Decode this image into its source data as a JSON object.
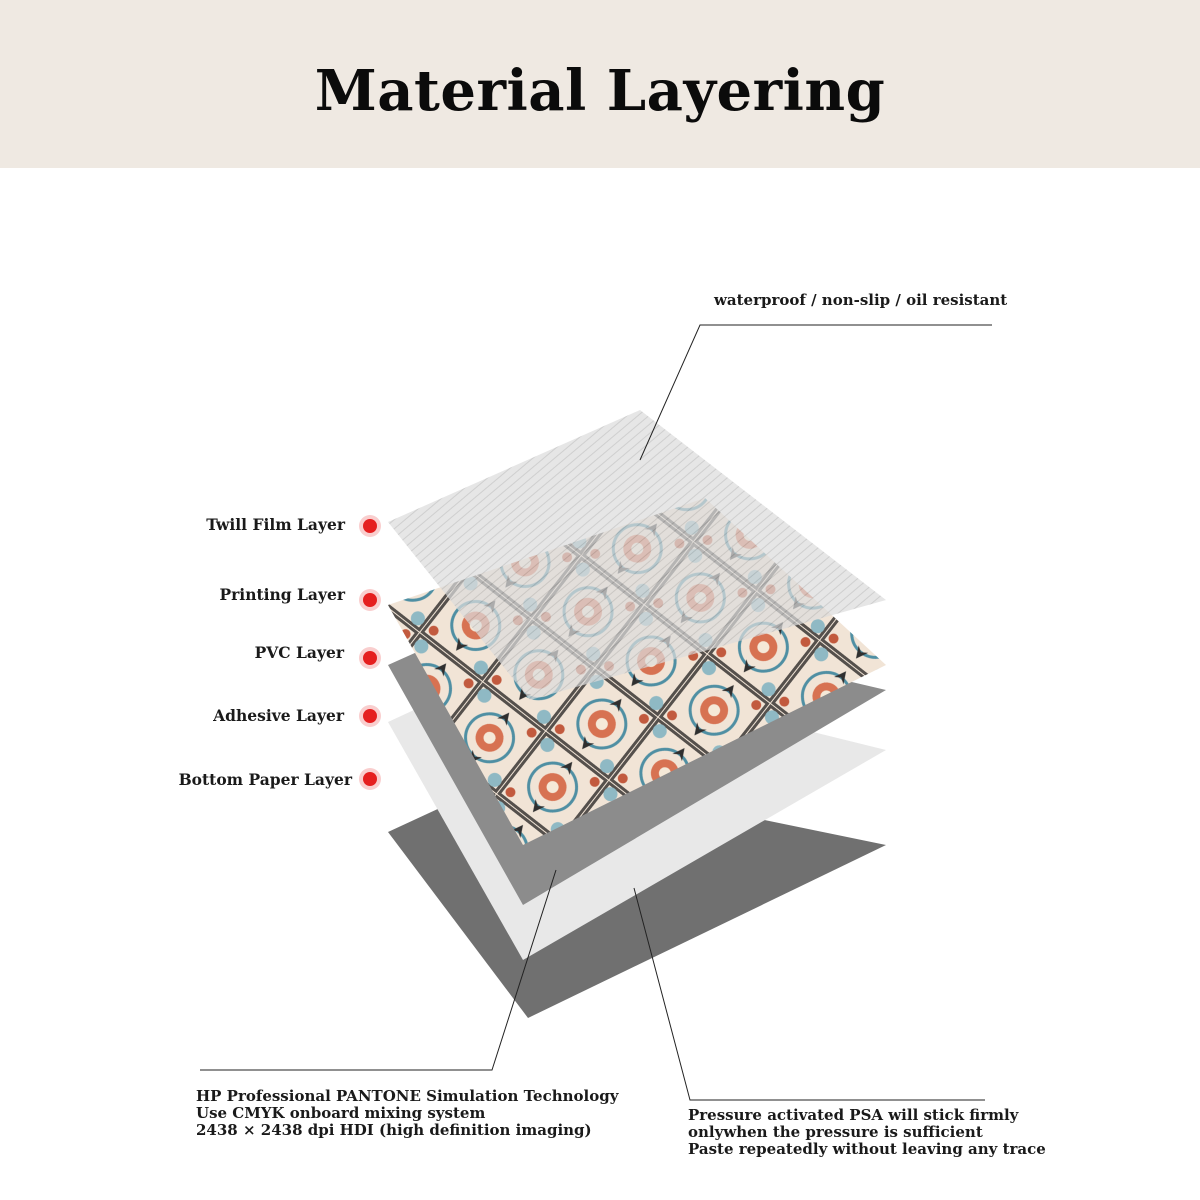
{
  "title": "Material Layering",
  "layers": [
    {
      "label": "Twill Film Layer"
    },
    {
      "label": "Printing Layer"
    },
    {
      "label": "PVC Layer"
    },
    {
      "label": "Adhesive Layer"
    },
    {
      "label": "Bottom Paper Layer"
    }
  ],
  "callouts": {
    "top": {
      "text": "waterproof / non-slip / oil resistant"
    },
    "bottom_left": {
      "lines": [
        "HP Professional PANTONE Simulation Technology",
        "Use CMYK onboard mixing system",
        "2438 × 2438 dpi HDI (high definition imaging)"
      ]
    },
    "bottom_right": {
      "lines": [
        "Pressure activated PSA will stick firmly",
        "onlywhen the pressure is sufficient",
        "Paste repeatedly without leaving any trace"
      ]
    }
  },
  "colors": {
    "header_bg": "#efe9e2",
    "marker": "#e51f1f",
    "bottom_paper": "#707070",
    "adhesive": "#e8e8e8",
    "pvc": "#8c8c8c",
    "film": "#cfcfcf"
  }
}
